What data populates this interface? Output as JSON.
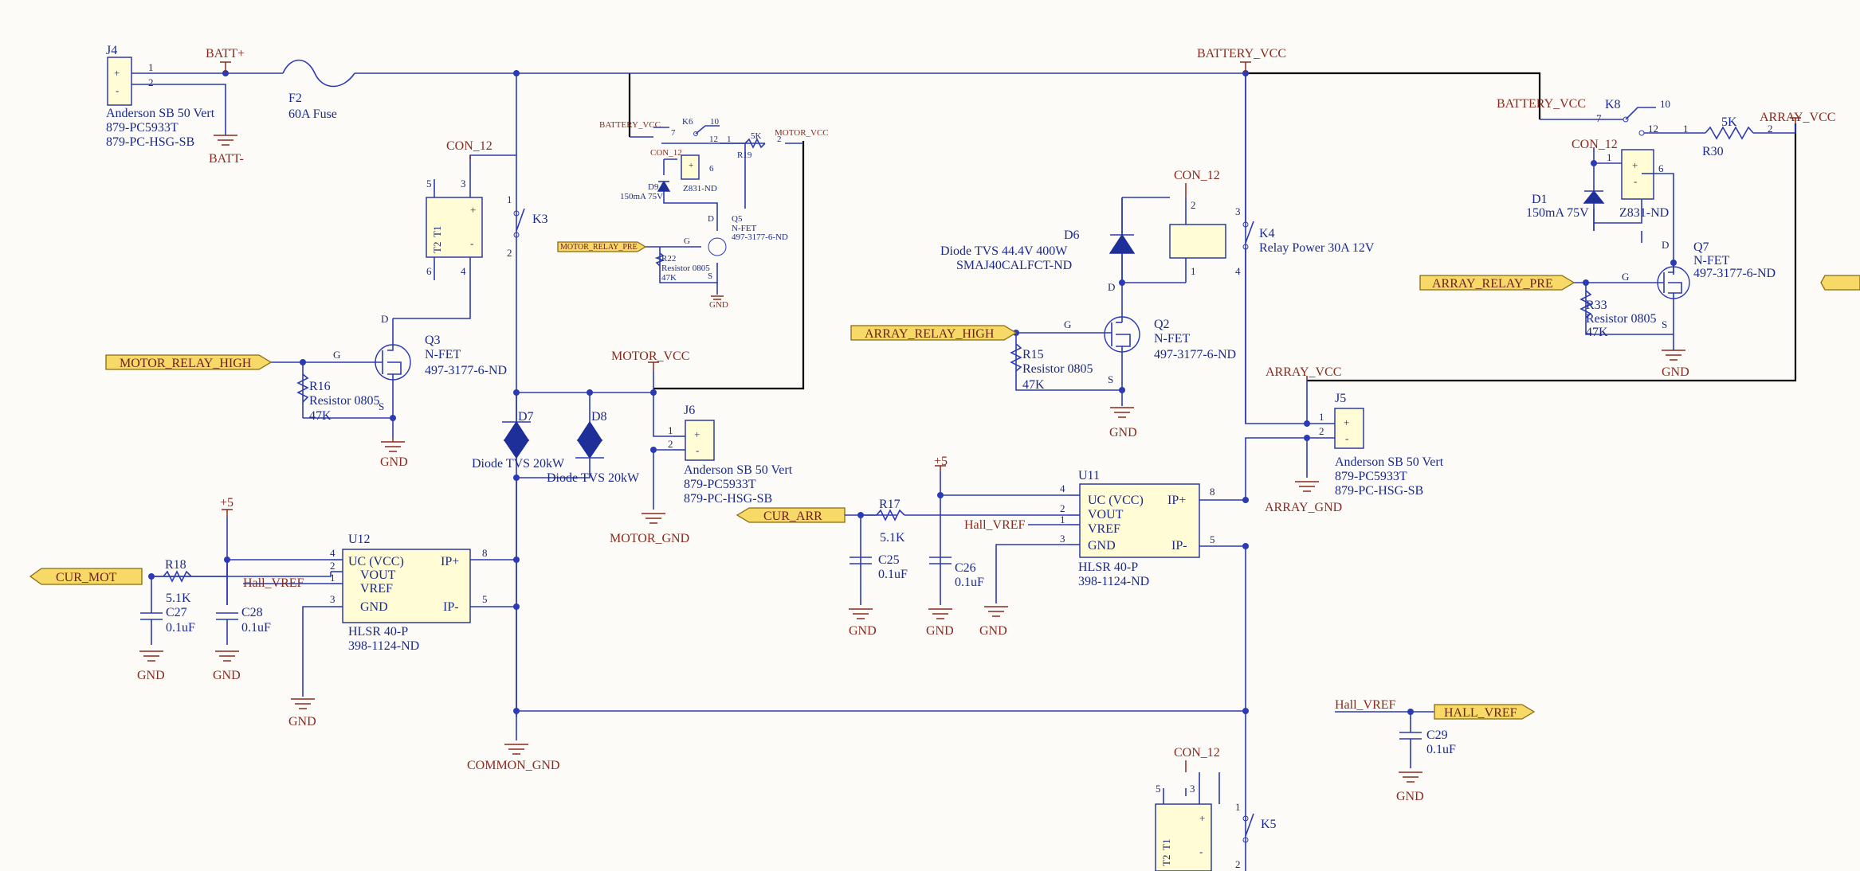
{
  "nets": {
    "batt_plus": "BATT+",
    "batt_minus": "BATT-",
    "battery_vcc": "BATTERY_VCC",
    "con12": "CON_12",
    "motor_vcc": "MOTOR_VCC",
    "motor_gnd": "MOTOR_GND",
    "array_vcc": "ARRAY_VCC",
    "array_gnd": "ARRAY_GND",
    "gnd": "GND",
    "common_gnd": "COMMON_GND",
    "plus5": "+5",
    "hall_vref": "Hall_VREF"
  },
  "ports": {
    "motor_relay_high": "MOTOR_RELAY_HIGH",
    "array_relay_high": "ARRAY_RELAY_HIGH",
    "array_relay_pre": "ARRAY_RELAY_PRE",
    "motor_relay_pre": "MOTOR_RELAY_PRE",
    "cur_mot": "CUR_MOT",
    "cur_arr": "CUR_ARR",
    "hall_vref": "HALL_VREF"
  },
  "components": {
    "J4": {
      "ref": "J4",
      "l1": "Anderson SB 50 Vert",
      "l2": "879-PC5933T",
      "l3": "879-PC-HSG-SB"
    },
    "J5": {
      "ref": "J5",
      "l1": "Anderson SB 50 Vert",
      "l2": "879-PC5933T",
      "l3": "879-PC-HSG-SB"
    },
    "J6": {
      "ref": "J6",
      "l1": "Anderson SB 50 Vert",
      "l2": "879-PC5933T",
      "l3": "879-PC-HSG-SB"
    },
    "F2": {
      "ref": "F2",
      "value": "60A Fuse"
    },
    "K3": {
      "ref": "K3"
    },
    "K4": {
      "ref": "K4",
      "value": "Relay Power 30A 12V"
    },
    "K5": {
      "ref": "K5"
    },
    "K6": {
      "ref": "K6"
    },
    "K8": {
      "ref": "K8"
    },
    "T1": {
      "ref": "T1",
      "ref2": "T2"
    },
    "Q2": {
      "ref": "Q2",
      "type": "N-FET",
      "part": "497-3177-6-ND"
    },
    "Q3": {
      "ref": "Q3",
      "type": "N-FET",
      "part": "497-3177-6-ND"
    },
    "Q5": {
      "ref": "Q5",
      "type": "N-FET",
      "part": "497-3177-6-ND"
    },
    "Q7": {
      "ref": "Q7",
      "type": "N-FET",
      "part": "497-3177-6-ND"
    },
    "R15": {
      "ref": "R15",
      "value": "Resistor 0805",
      "value2": "47K"
    },
    "R16": {
      "ref": "R16",
      "value": "Resistor 0805",
      "value2": "47K"
    },
    "R22": {
      "ref": "R22",
      "value": "Resistor 0805",
      "value2": "47K"
    },
    "R33": {
      "ref": "R33",
      "value": "Resistor 0805",
      "value2": "47K"
    },
    "R17": {
      "ref": "R17",
      "value": "5.1K"
    },
    "R18": {
      "ref": "R18",
      "value": "5.1K"
    },
    "R19": {
      "ref": "R19",
      "value": "5K"
    },
    "R30": {
      "ref": "R30",
      "value": "5K"
    },
    "D6": {
      "ref": "D6",
      "value": "Diode TVS 44.4V 400W",
      "part": "SMAJ40CALFCT-ND"
    },
    "D7": {
      "ref": "D7",
      "value": "Diode TVS 20kW"
    },
    "D8": {
      "ref": "D8",
      "value": "Diode TVS 20kW"
    },
    "D9": {
      "ref": "D9",
      "value": "150mA 75V"
    },
    "D1": {
      "ref": "D1",
      "value": "150mA 75V"
    },
    "Z831": {
      "value": "Z831-ND"
    },
    "C25": {
      "ref": "C25",
      "value": "0.1uF"
    },
    "C26": {
      "ref": "C26",
      "value": "0.1uF"
    },
    "C27": {
      "ref": "C27",
      "value": "0.1uF"
    },
    "C28": {
      "ref": "C28",
      "value": "0.1uF"
    },
    "C29": {
      "ref": "C29",
      "value": "0.1uF"
    },
    "U11": {
      "ref": "U11",
      "p1": "UC (VCC)",
      "p2": "VOUT",
      "p3": "VREF",
      "p4": "GND",
      "p5": "IP+",
      "p6": "IP-",
      "part": "HLSR 40-P",
      "part2": "398-1124-ND"
    },
    "U12": {
      "ref": "U12",
      "p1": "UC (VCC)",
      "p2": "VOUT",
      "p3": "VREF",
      "p4": "GND",
      "p5": "IP+",
      "p6": "IP-",
      "part": "HLSR 40-P",
      "part2": "398-1124-ND"
    }
  },
  "pins": {
    "p1": "1",
    "p2": "2",
    "p3": "3",
    "p4": "4",
    "p5": "5",
    "p6": "6",
    "p7": "7",
    "p8": "8",
    "p10": "10",
    "p12": "12",
    "plus": "+",
    "minus": "-",
    "d": "D",
    "g": "G",
    "s": "S"
  }
}
